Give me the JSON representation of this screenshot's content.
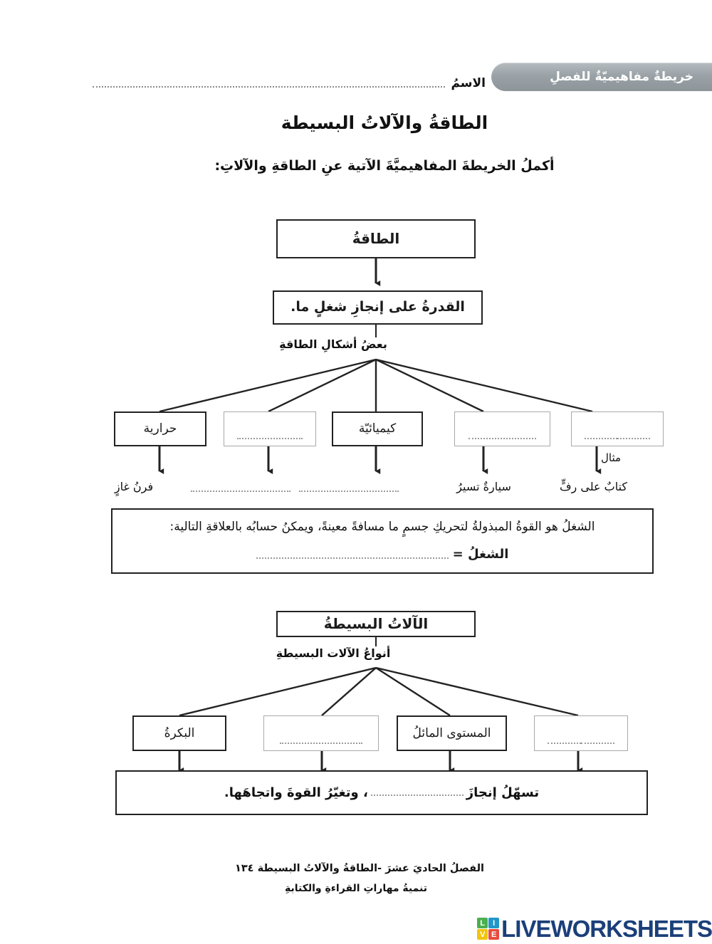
{
  "header": {
    "banner_label": "خريطةٌ مفاهيميّةٌ للفصلِ",
    "name_label": "الاسمُ",
    "banner_color": "#9aa2a7"
  },
  "title": "الطاقةُ والآلاتُ البسيطة",
  "instruction": "أكملُ الخريطةَ المفاهيميَّةَ الآتية عنِ الطاقةِ والآلاتِ:",
  "energy_section": {
    "root_box": "الطاقةُ",
    "definition_box": "القدرةُ على إنجازِ شغلٍ ما.",
    "branch_label": "بعضُ أشكالِ الطاقةِ",
    "forms": [
      {
        "label": "حرارية",
        "filled": true
      },
      {
        "label": "",
        "filled": false
      },
      {
        "label": "كيميائيّة",
        "filled": true
      },
      {
        "label": "",
        "filled": false
      },
      {
        "label": "",
        "filled": false
      }
    ],
    "example_label": "مثال",
    "examples": [
      {
        "label": "فرنُ غازٍ",
        "filled": true
      },
      {
        "label": "",
        "filled": false
      },
      {
        "label": "",
        "filled": false
      },
      {
        "label": "سيارةٌ تسيرُ",
        "filled": true
      },
      {
        "label": "كتابٌ على رفٍّ",
        "filled": true
      }
    ],
    "work_definition": "الشغلُ هو القوةُ المبذولةُ لتحريكِ جسمٍ ما مسافةً معينةً، ويمكنُ حسابُه بالعلاقةِ التالية:",
    "work_equation_label": "الشغلُ ="
  },
  "machines_section": {
    "root_box": "الآلاتُ البسيطةُ",
    "branch_label": "أنواعُ الآلات البسيطةِ",
    "types": [
      {
        "label": "البكرةُ",
        "filled": true
      },
      {
        "label": "",
        "filled": false
      },
      {
        "label": "المستوى المائلُ",
        "filled": true
      },
      {
        "label": "",
        "filled": false
      }
    ],
    "summary_prefix": "تسهّلُ إنجازَ",
    "summary_suffix": "، وتغيّرُ القوةَ واتجاهَها."
  },
  "footer": {
    "page_number": "١٣٤",
    "chapter": "الفصلُ الحاديَ عشرَ -الطاقةُ والآلاتُ البسيطة",
    "subtitle": "تنميةُ مهاراتِ القراءةِ والكتابةِ"
  },
  "logo": {
    "word": "LIVEWORKSHEETS",
    "tiles": [
      {
        "letter": "L",
        "color": "#4caf50"
      },
      {
        "letter": "I",
        "color": "#2196c9"
      },
      {
        "letter": "V",
        "color": "#f1c40f"
      },
      {
        "letter": "E",
        "color": "#e74c3c"
      }
    ],
    "word_color": "#1b3f7a"
  }
}
